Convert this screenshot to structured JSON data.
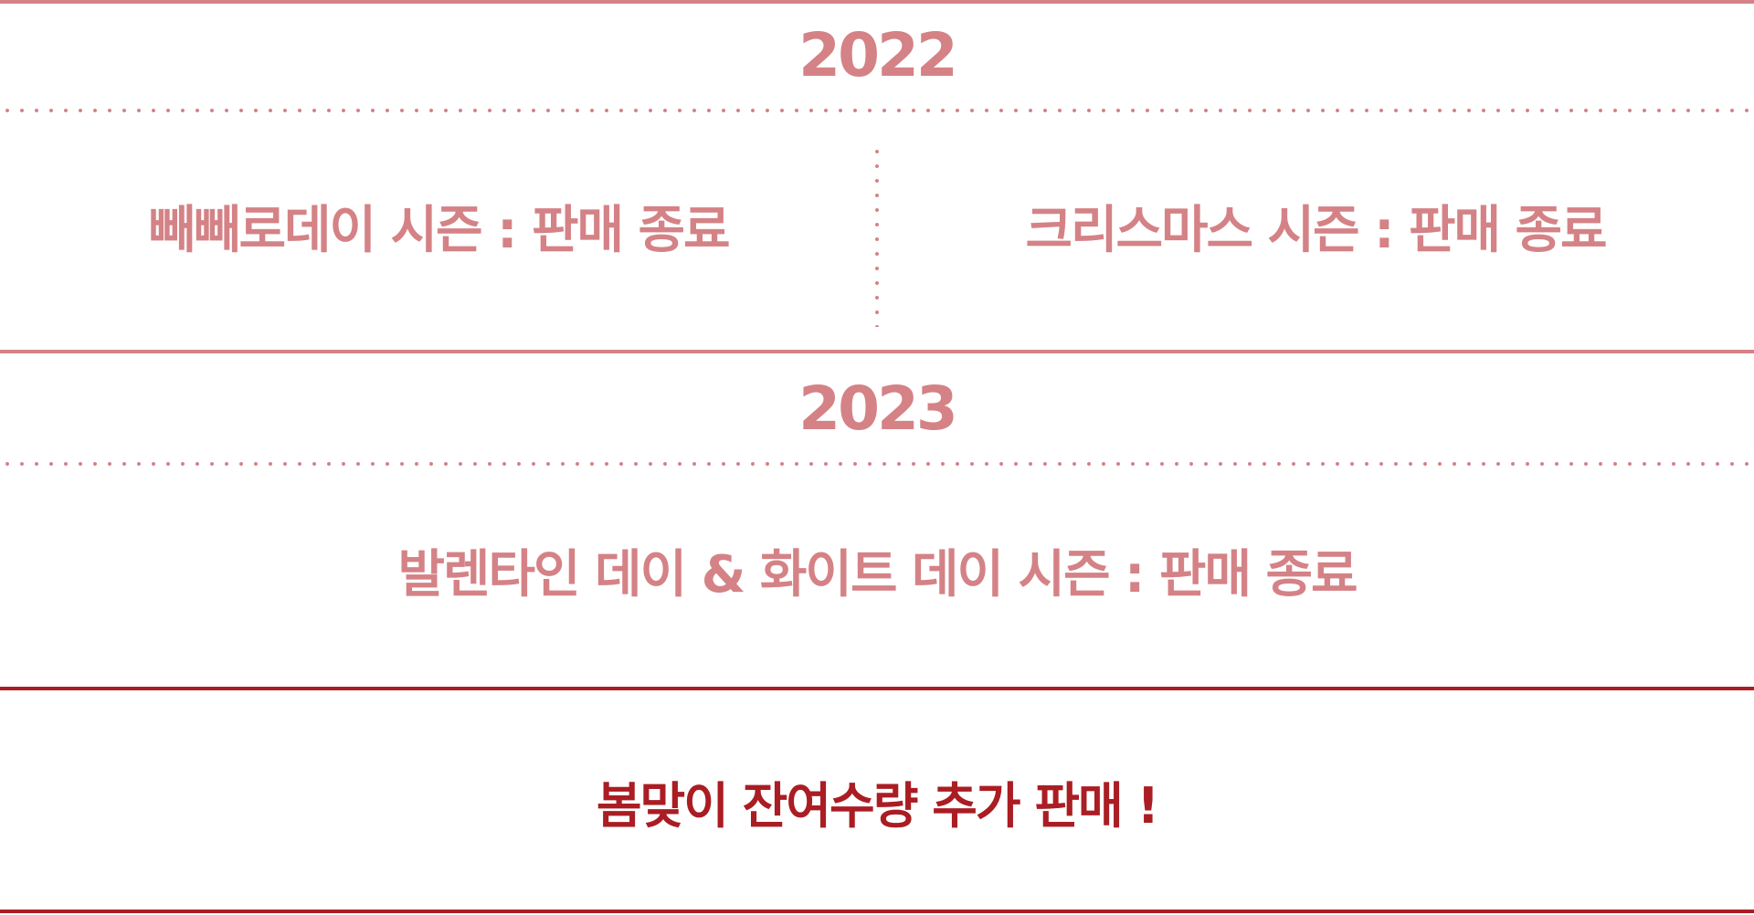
{
  "colors": {
    "ended": "#d48286",
    "active": "#aa1d23",
    "background": "#ffffff"
  },
  "sections": [
    {
      "year": "2022",
      "seasons": [
        "빼빼로데이 시즌 : 판매 종료",
        "크리스마스 시즌 : 판매 종료"
      ]
    },
    {
      "year": "2023",
      "seasons": [
        "발렌타인 데이 & 화이트 데이 시즌 : 판매 종료"
      ]
    }
  ],
  "announcement": "봄맞이 잔여수량 추가 판매 !"
}
